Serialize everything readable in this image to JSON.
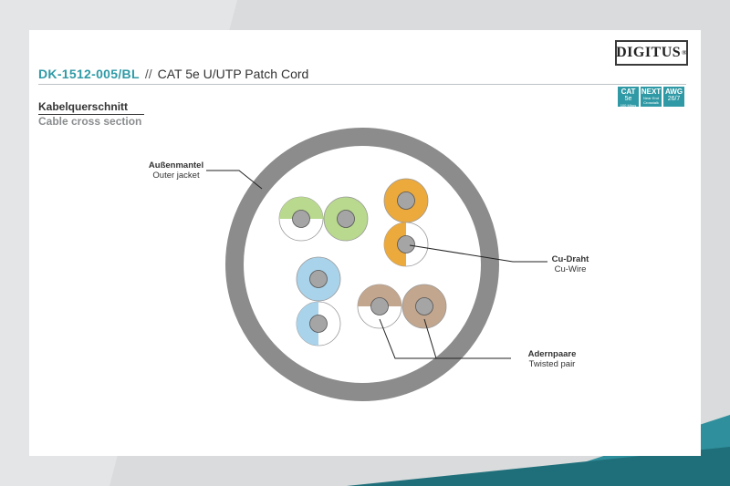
{
  "header": {
    "brand": "DIGITUS",
    "brand_mark": "®",
    "product_code": "DK-1512-005/BL",
    "separator": "//",
    "product_name": "CAT 5e U/UTP Patch Cord"
  },
  "badges": [
    {
      "line1": "CAT",
      "line2": "5e",
      "line3": "100 Mbps"
    },
    {
      "line1": "NEXT",
      "line2": "Near End",
      "line3": "Crosstalk"
    },
    {
      "line1": "AWG",
      "line2": "26/7",
      "line3": ""
    }
  ],
  "section": {
    "title_de": "Kabelquerschnitt",
    "title_en": "Cable cross section"
  },
  "labels": {
    "jacket_de": "Außenmantel",
    "jacket_en": "Outer jacket",
    "wire_de": "Cu-Draht",
    "wire_en": "Cu-Wire",
    "pair_de": "Adernpaare",
    "pair_en": "Twisted pair"
  },
  "colors": {
    "accent": "#2f9aa6",
    "jacket": "#8c8c8c",
    "core": "#a5a5a5",
    "green": "#b9d98e",
    "orange": "#eca93c",
    "blue": "#a9d3ea",
    "brown": "#c2a68e"
  }
}
